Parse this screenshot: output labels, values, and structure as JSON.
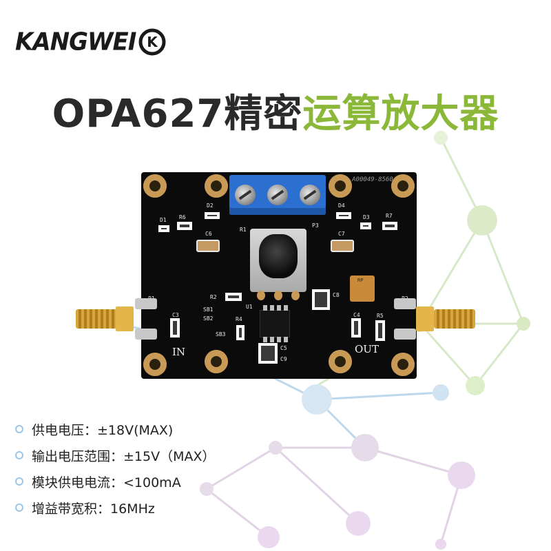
{
  "brand": {
    "name": "KANGWEI",
    "mark": "K"
  },
  "title": {
    "part1": "OPA627精密",
    "part2": "运算放大器",
    "color_dark": "#2a2a2a",
    "color_accent": "#8cb83a"
  },
  "board": {
    "serial": "A00049-8560-25",
    "labels": {
      "d1": "D1",
      "d2": "D2",
      "d3": "D3",
      "d4": "D4",
      "r1": "R1",
      "r2": "R2",
      "r4": "R4",
      "r5": "R5",
      "r6": "R6",
      "r7": "R7",
      "c3": "C3",
      "c4": "C4",
      "c5": "C5",
      "c6": "C6",
      "c7": "C7",
      "c8": "C8",
      "c9": "C9",
      "p1": "P1",
      "p2": "P2",
      "p3": "P3",
      "u1": "U1",
      "sb1": "SB1",
      "sb2": "SB2",
      "sb3": "SB3",
      "rp": "RP"
    },
    "in_label": "IN",
    "out_label": "OUT",
    "colors": {
      "pcb": "#0b0b0b",
      "terminal": "#2b6fd1",
      "gold": "#d8a63a"
    }
  },
  "specs": [
    {
      "icon": "circle-bullet-icon",
      "text": "供电电压：±18V(MAX)"
    },
    {
      "icon": "circle-bullet-icon",
      "text": "输出电压范围：±15V（MAX）"
    },
    {
      "icon": "circle-bullet-icon",
      "text": "模块供电电流：<100mA"
    },
    {
      "icon": "circle-bullet-icon",
      "text": "增益带宽积：16MHz"
    }
  ]
}
